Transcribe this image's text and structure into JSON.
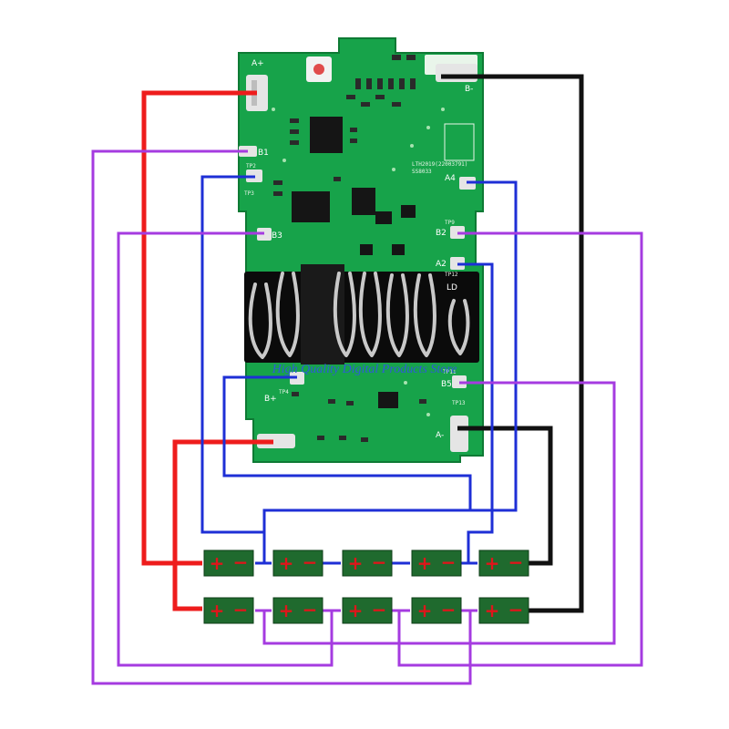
{
  "board": {
    "pads": {
      "a_plus": "A+",
      "b1": "B1",
      "b3": "B3",
      "b2": "B2",
      "a4": "A4",
      "a2": "A2",
      "b_plus": "B+",
      "b5": "B5",
      "a_minus": "A-",
      "b_minus": "B-",
      "ld": "LD"
    },
    "silkscreen": {
      "part_number": "LTH2019(22003791)",
      "code": "SS8033",
      "tp_labels": [
        "TP2",
        "TP3",
        "TP4",
        "TP9",
        "TP11",
        "TP12",
        "TP13"
      ]
    }
  },
  "watermark": "High Quality Digital Products Store",
  "cells": {
    "plus": "+",
    "minus": "−"
  },
  "colors": {
    "pcb": "#17a34a",
    "pcb_dark": "#0e7a34",
    "wire_red": "#ee1c1c",
    "wire_black": "#111111",
    "wire_blue": "#1e2fd6",
    "wire_purple": "#a53be0",
    "cell": "#1f6a2e"
  }
}
